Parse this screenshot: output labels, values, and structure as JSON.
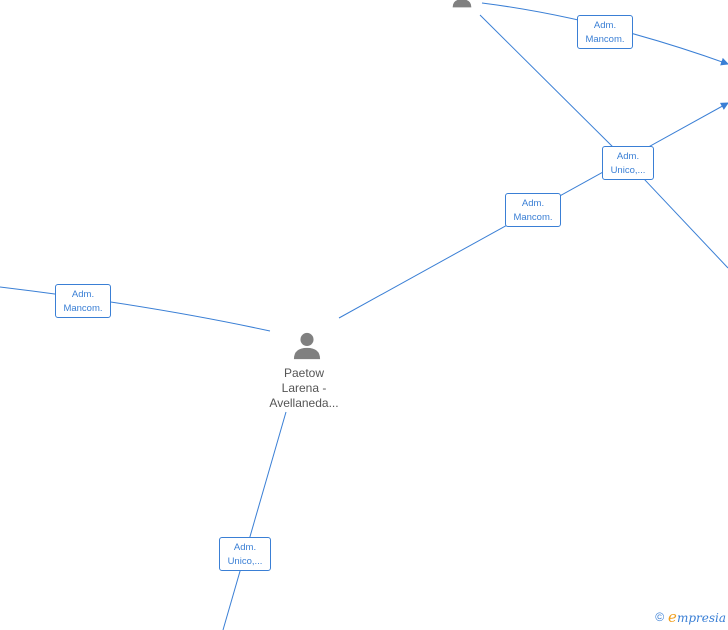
{
  "nodes": {
    "main_person": {
      "line1": "Paetow",
      "line2": "Larena -",
      "line3": "Avellaneda..."
    }
  },
  "edge_labels": {
    "top_right": {
      "line1": "Adm.",
      "line2": "Mancom."
    },
    "right_upper": {
      "line1": "Adm.",
      "line2": "Unico,..."
    },
    "center_right": {
      "line1": "Adm.",
      "line2": "Mancom."
    },
    "left": {
      "line1": "Adm.",
      "line2": "Mancom."
    },
    "bottom": {
      "line1": "Adm.",
      "line2": "Unico,..."
    }
  },
  "watermark": {
    "copyright": "©",
    "brand_initial": "e",
    "brand_rest": "mpresia"
  },
  "colors": {
    "edge": "#3a7fd5",
    "node_icon": "#808080",
    "label_text": "#555555",
    "brand_accent": "#f0a020"
  }
}
